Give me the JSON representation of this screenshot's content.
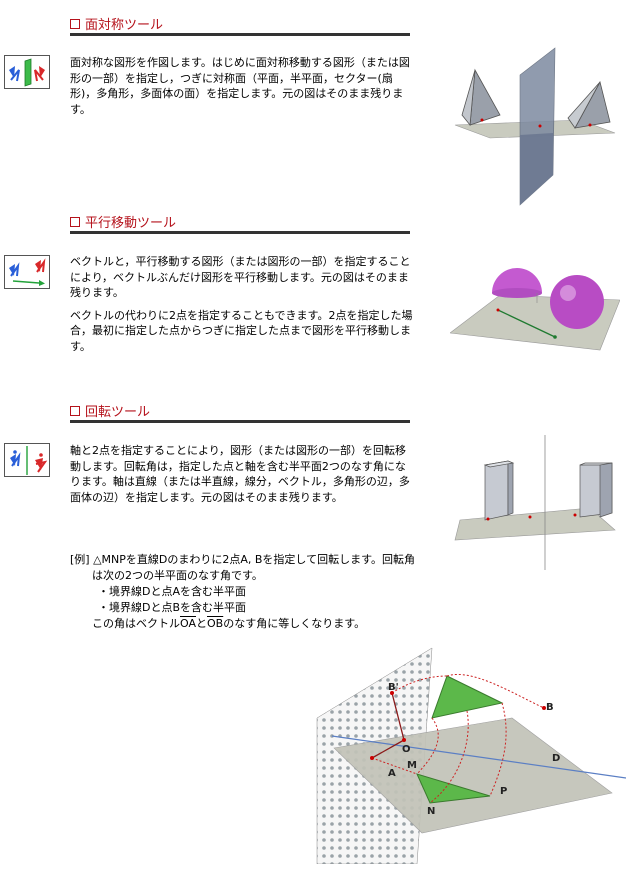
{
  "sections": [
    {
      "title": "面対称ツール",
      "paragraphs": [
        "面対称な図形を作図します。はじめに面対称移動する図形（または図形の一部）を指定し，つぎに対称面（平面，半平面，セクター(扇形)，多角形，多面体の面）を指定します。元の図はそのまま残ります。"
      ]
    },
    {
      "title": "平行移動ツール",
      "paragraphs": [
        "ベクトルと，平行移動する図形（または図形の一部）を指定することにより，ベクトルぶんだけ図形を平行移動します。元の図はそのまま残ります。",
        "ベクトルの代わりに2点を指定することもできます。2点を指定した場合，最初に指定した点からつぎに指定した点まで図形を平行移動します。"
      ]
    },
    {
      "title": "回転ツール",
      "paragraphs": [
        "軸と2点を指定することにより，図形（または図形の一部）を回転移動します。回転角は，指定した点と軸を含む半平面2つのなす角になります。軸は直線（または半直線，線分，ベクトル，多角形の辺，多面体の辺）を指定します。元の図はそのまま残ります。"
      ]
    }
  ],
  "example": {
    "line1": "[例] △MNPを直線Dのまわりに2点A, Bを指定して回転します。回転角は次の2つの半平面のなす角です。",
    "bullet1": "・境界線Dと点Aを含む半平面",
    "bullet2": "・境界線Dと点Bを含む半平面",
    "last_pre": "この角はベクトル",
    "vec1": "OA",
    "last_mid": "と",
    "vec2": "OB",
    "last_post": "のなす角に等しくなります。"
  },
  "figure_labels": {
    "B_prime": "B'",
    "B": "B",
    "O": "O",
    "A": "A",
    "M": "M",
    "D": "D",
    "N": "N",
    "P": "P"
  },
  "colors": {
    "title_red": "#b5121b",
    "plane_gray": "#c9cbbf",
    "mirror_blue": "#8a96a8",
    "sphere_purple": "#c45ad0",
    "triangle_green": "#5cb84a"
  },
  "icons": [
    "mirror-plane-tool-icon",
    "translate-vector-tool-icon",
    "rotate-axis-tool-icon"
  ]
}
